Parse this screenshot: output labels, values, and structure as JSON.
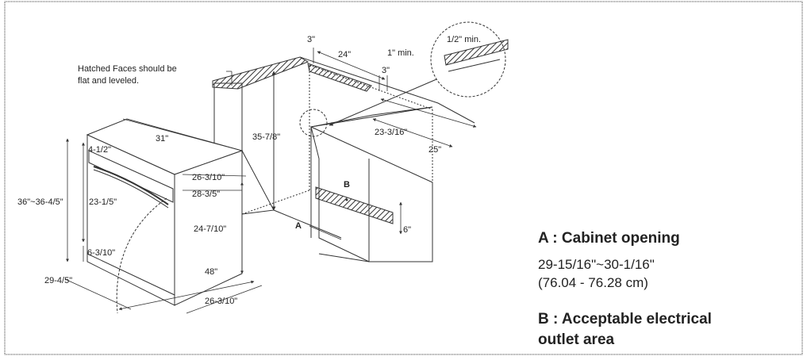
{
  "note": {
    "line1": "Hatched Faces should be",
    "line2": "flat and leveled."
  },
  "dimensions": {
    "d_3_top": "3\"",
    "d_24": "24\"",
    "d_1min": "1\" min.",
    "d_3_right": "3\"",
    "d_half_min": "1/2\" min.",
    "d_23_3_16": "23-3/16\"",
    "d_25": "25\"",
    "d_35_7_8": "35-7/8\"",
    "d_31": "31\"",
    "d_4_1_2": "4-1/2\"",
    "d_26_3_10_top": "26-3/10\"",
    "d_28_3_5": "28-3/5\"",
    "d_36_range": "36\"~36-4/5\"",
    "d_23_1_5": "23-1/5\"",
    "d_24_7_10": "24-7/10\"",
    "d_6_3_10": "6-3/10\"",
    "d_48": "48\"",
    "d_29_4_5": "29-4/5\"",
    "d_26_3_10_bottom": "26-3/10\"",
    "d_6": "6\""
  },
  "markers": {
    "a": "A",
    "b": "B"
  },
  "legend": {
    "a_title": "A : Cabinet opening",
    "a_range": "29-15/16\"~30-1/16\"",
    "a_metric": "(76.04 - 76.28 cm)",
    "b_title_1": "B : Acceptable electrical",
    "b_title_2": "outlet area"
  }
}
